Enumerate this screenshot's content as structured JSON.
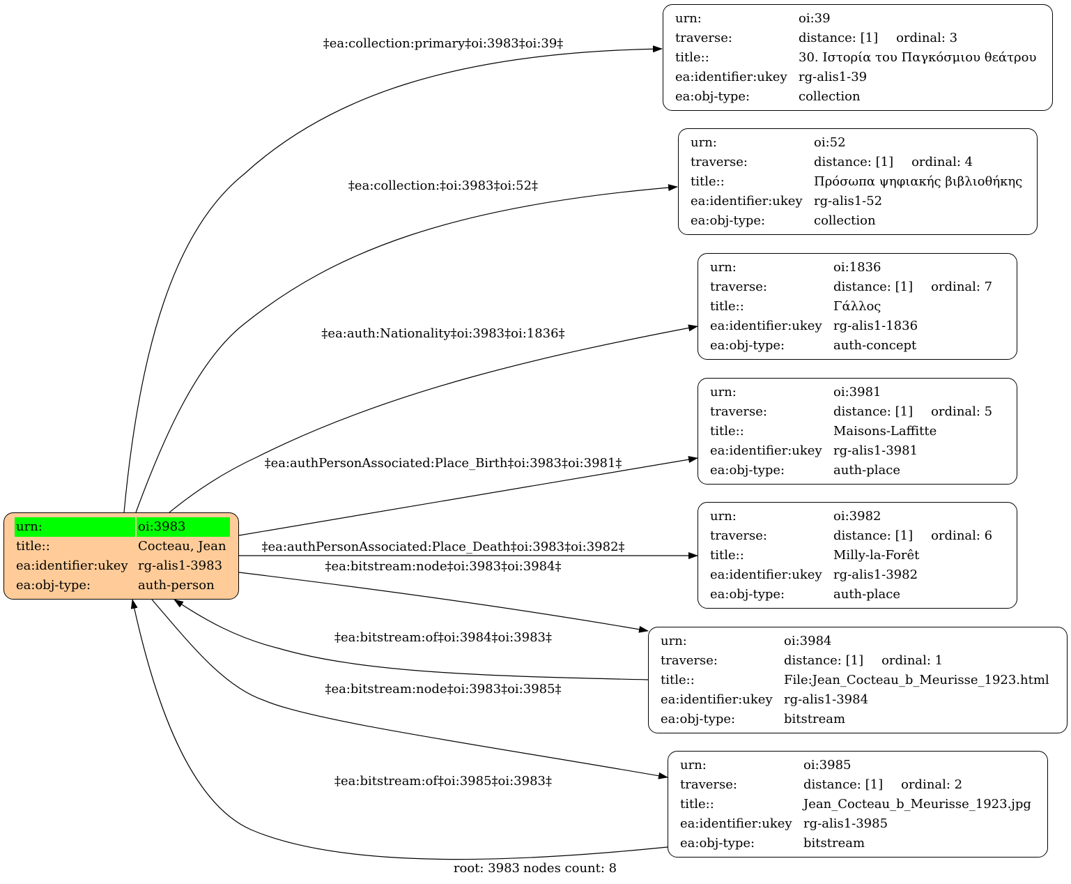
{
  "root": {
    "urn_label": "urn:",
    "urn": "oi:3983",
    "title_label": "title::",
    "title": "Cocteau, Jean",
    "ukey_label": "ea:identifier:ukey",
    "ukey": "rg-alis1-3983",
    "type_label": "ea:obj-type:",
    "type": "auth-person",
    "highlight_color": "#00ff00",
    "fill_color": "#ffcc99"
  },
  "nodes": [
    {
      "urn_label": "urn:",
      "urn": "oi:39",
      "traverse_label": "traverse:",
      "distance": "distance: [1]",
      "ordinal": "ordinal: 3",
      "title_label": "title::",
      "title": "30. Ιστορία του Παγκόσμιου θεάτρου",
      "ukey_label": "ea:identifier:ukey",
      "ukey": "rg-alis1-39",
      "type_label": "ea:obj-type:",
      "type": "collection"
    },
    {
      "urn_label": "urn:",
      "urn": "oi:52",
      "traverse_label": "traverse:",
      "distance": "distance: [1]",
      "ordinal": "ordinal: 4",
      "title_label": "title::",
      "title": "Πρόσωπα ψηφιακής βιβλιοθήκης",
      "ukey_label": "ea:identifier:ukey",
      "ukey": "rg-alis1-52",
      "type_label": "ea:obj-type:",
      "type": "collection"
    },
    {
      "urn_label": "urn:",
      "urn": "oi:1836",
      "traverse_label": "traverse:",
      "distance": "distance: [1]",
      "ordinal": "ordinal: 7",
      "title_label": "title::",
      "title": "Γάλλος",
      "ukey_label": "ea:identifier:ukey",
      "ukey": "rg-alis1-1836",
      "type_label": "ea:obj-type:",
      "type": "auth-concept"
    },
    {
      "urn_label": "urn:",
      "urn": "oi:3981",
      "traverse_label": "traverse:",
      "distance": "distance: [1]",
      "ordinal": "ordinal: 5",
      "title_label": "title::",
      "title": "Maisons-Laffitte",
      "ukey_label": "ea:identifier:ukey",
      "ukey": "rg-alis1-3981",
      "type_label": "ea:obj-type:",
      "type": "auth-place"
    },
    {
      "urn_label": "urn:",
      "urn": "oi:3982",
      "traverse_label": "traverse:",
      "distance": "distance: [1]",
      "ordinal": "ordinal: 6",
      "title_label": "title::",
      "title": "Milly-la-Forêt",
      "ukey_label": "ea:identifier:ukey",
      "ukey": "rg-alis1-3982",
      "type_label": "ea:obj-type:",
      "type": "auth-place"
    },
    {
      "urn_label": "urn:",
      "urn": "oi:3984",
      "traverse_label": "traverse:",
      "distance": "distance: [1]",
      "ordinal": "ordinal: 1",
      "title_label": "title::",
      "title": "File:Jean_Cocteau_b_Meurisse_1923.html",
      "ukey_label": "ea:identifier:ukey",
      "ukey": "rg-alis1-3984",
      "type_label": "ea:obj-type:",
      "type": "bitstream"
    },
    {
      "urn_label": "urn:",
      "urn": "oi:3985",
      "traverse_label": "traverse:",
      "distance": "distance: [1]",
      "ordinal": "ordinal: 2",
      "title_label": "title::",
      "title": "Jean_Cocteau_b_Meurisse_1923.jpg",
      "ukey_label": "ea:identifier:ukey",
      "ukey": "rg-alis1-3985",
      "type_label": "ea:obj-type:",
      "type": "bitstream"
    }
  ],
  "edges": [
    "‡ea:collection:primary‡oi:3983‡oi:39‡",
    "‡ea:collection:‡oi:3983‡oi:52‡",
    "‡ea:auth:Nationality‡oi:3983‡oi:1836‡",
    "‡ea:authPersonAssociated:Place_Birth‡oi:3983‡oi:3981‡",
    "‡ea:authPersonAssociated:Place_Death‡oi:3983‡oi:3982‡",
    "‡ea:bitstream:node‡oi:3983‡oi:3984‡",
    "‡ea:bitstream:of‡oi:3984‡oi:3983‡",
    "‡ea:bitstream:node‡oi:3983‡oi:3985‡",
    "‡ea:bitstream:of‡oi:3985‡oi:3983‡"
  ],
  "footer": {
    "root": "root: 3983",
    "count": "nodes count: 8"
  }
}
